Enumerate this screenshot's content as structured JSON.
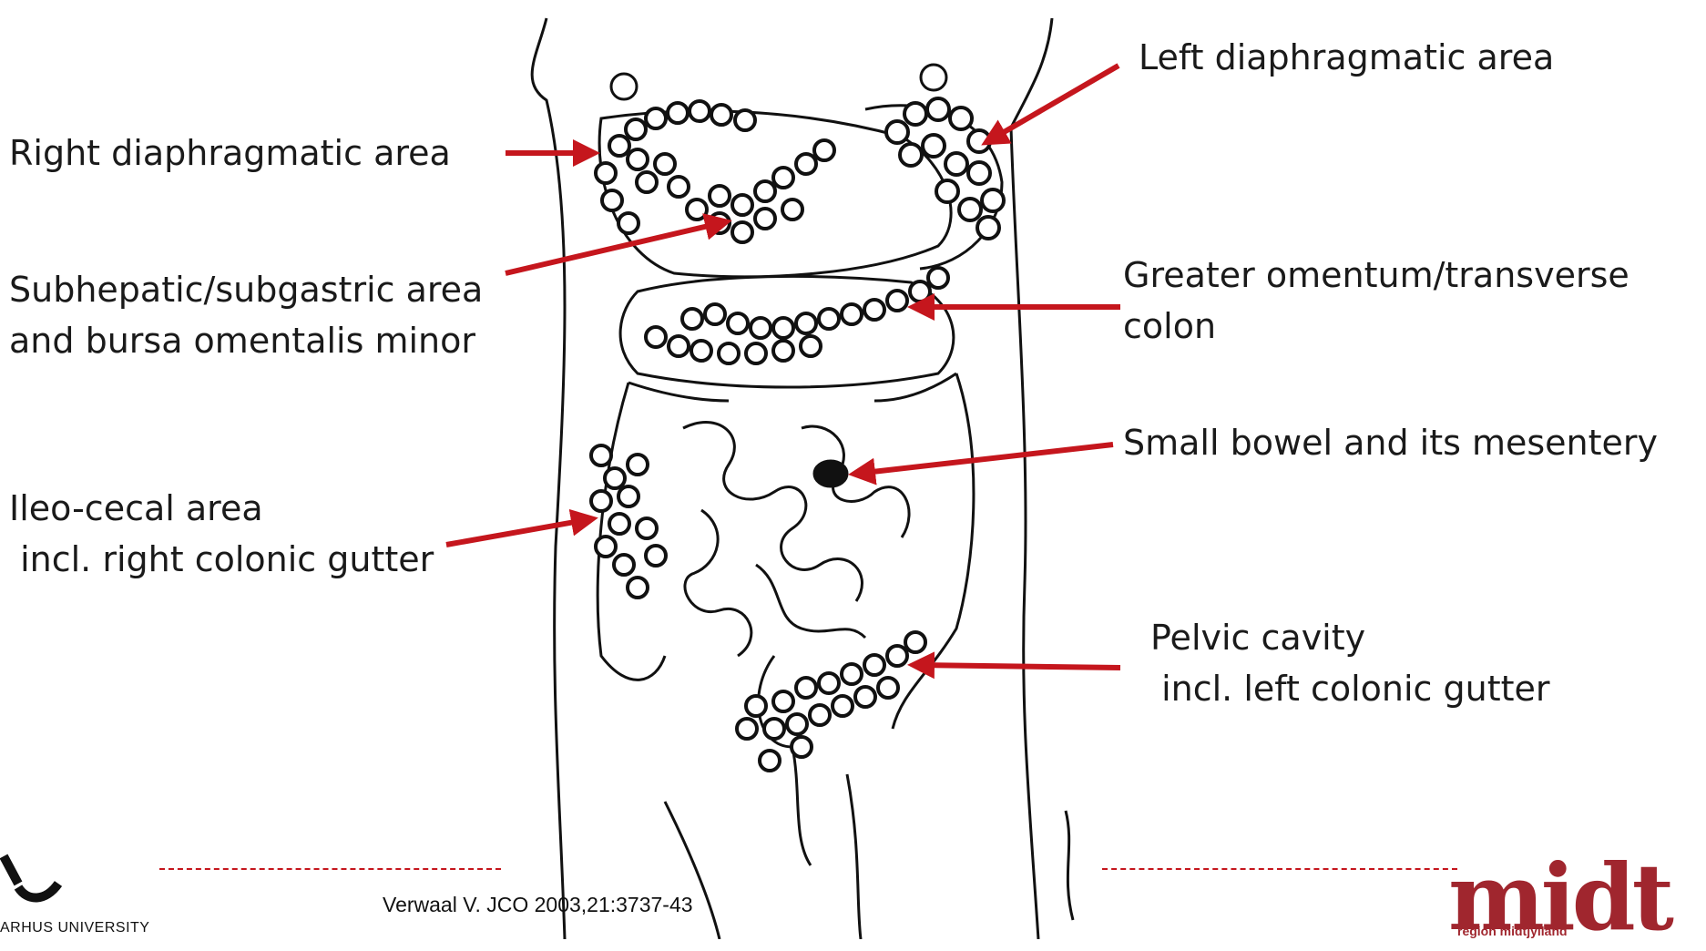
{
  "regions": {
    "left_diaphragm": "Left diaphragmatic area",
    "right_diaphragm": "Right diaphragmatic area",
    "subhepatic_line1": "Subhepatic/subgastric area",
    "subhepatic_line2": "and bursa omentalis minor",
    "omentum_line1": "Greater omentum/transverse",
    "omentum_line2": "colon",
    "small_bowel": "Small bowel and its mesentery",
    "ileocecal_line1": "Ileo-cecal area",
    "ileocecal_line2": " incl. right colonic gutter",
    "pelvic_line1": "Pelvic cavity",
    "pelvic_line2": " incl. left colonic gutter"
  },
  "citation": "Verwaal V. JCO 2003,21:3737-43",
  "logos": {
    "left_university": "ARHUS UNIVERSITY",
    "right_brand": "midt",
    "right_sub": "region midtjylland"
  },
  "colors": {
    "arrow": "#c5161d",
    "ink": "#111111",
    "brand": "#a0262e"
  }
}
